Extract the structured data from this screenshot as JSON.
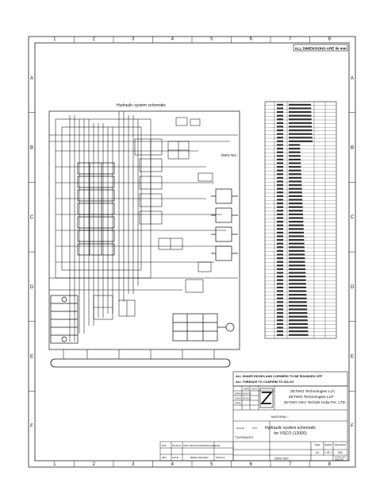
{
  "sheet": {
    "columns": [
      "1",
      "2",
      "3",
      "4",
      "5",
      "6",
      "7",
      "8"
    ],
    "rows": [
      "A",
      "B",
      "C",
      "D",
      "E",
      "F"
    ],
    "dimension_note": "ALL DIMENSIONS ARE IN mm"
  },
  "schematic": {
    "title": "Hydraulic system schematic",
    "dwg_ref": "DWG NO:-"
  },
  "notes": {
    "line1": "ALL SHARP EDGES AND CORNERS TO BE ROUNDED OFF",
    "line2": "ALL THREADS TO CONFIRM TO ISA 2/2"
  },
  "company": {
    "line1": "ZETWO Technologies LLC",
    "line2": "ZETWO Technologies LLP",
    "line3": "ZeTWO OKV Technik India Pvt. LTD."
  },
  "title_block": {
    "material": "MATERIAL:-",
    "drawing_title_1": "Hydraulic system schematic",
    "drawing_title_2": "for VSCO (12000)",
    "size_label": "SIZE",
    "sheet_label": "SHEET",
    "revision_label": "REVISION",
    "size_value": "A3",
    "sheet_value": "1 OF 1",
    "revision_value": "R00",
    "dwg_no": "DWG NO:-",
    "total_wt": "TOTAL WT",
    "wt_value": "0000.0KG",
    "tolerances": "TOLERANCES",
    "drawn": "DRWN",
    "checked": "CHKD",
    "approved": "APPD",
    "date_label": "DATE",
    "sign_label": "SIGN",
    "date1": "05-09-22",
    "date2": "05-09-22",
    "rev_label": "REV",
    "rev_date_label": "DATE",
    "brief_record": "BRIEF RECORD",
    "rev_row_no": "R00",
    "rev_row_date": "05-09-22",
    "rev_row_desc": "FIRST REVISION DRAWING RELEASE",
    "initials": "INITIALS",
    "scale_label": "SCALE",
    "scale_value": "NTS"
  }
}
